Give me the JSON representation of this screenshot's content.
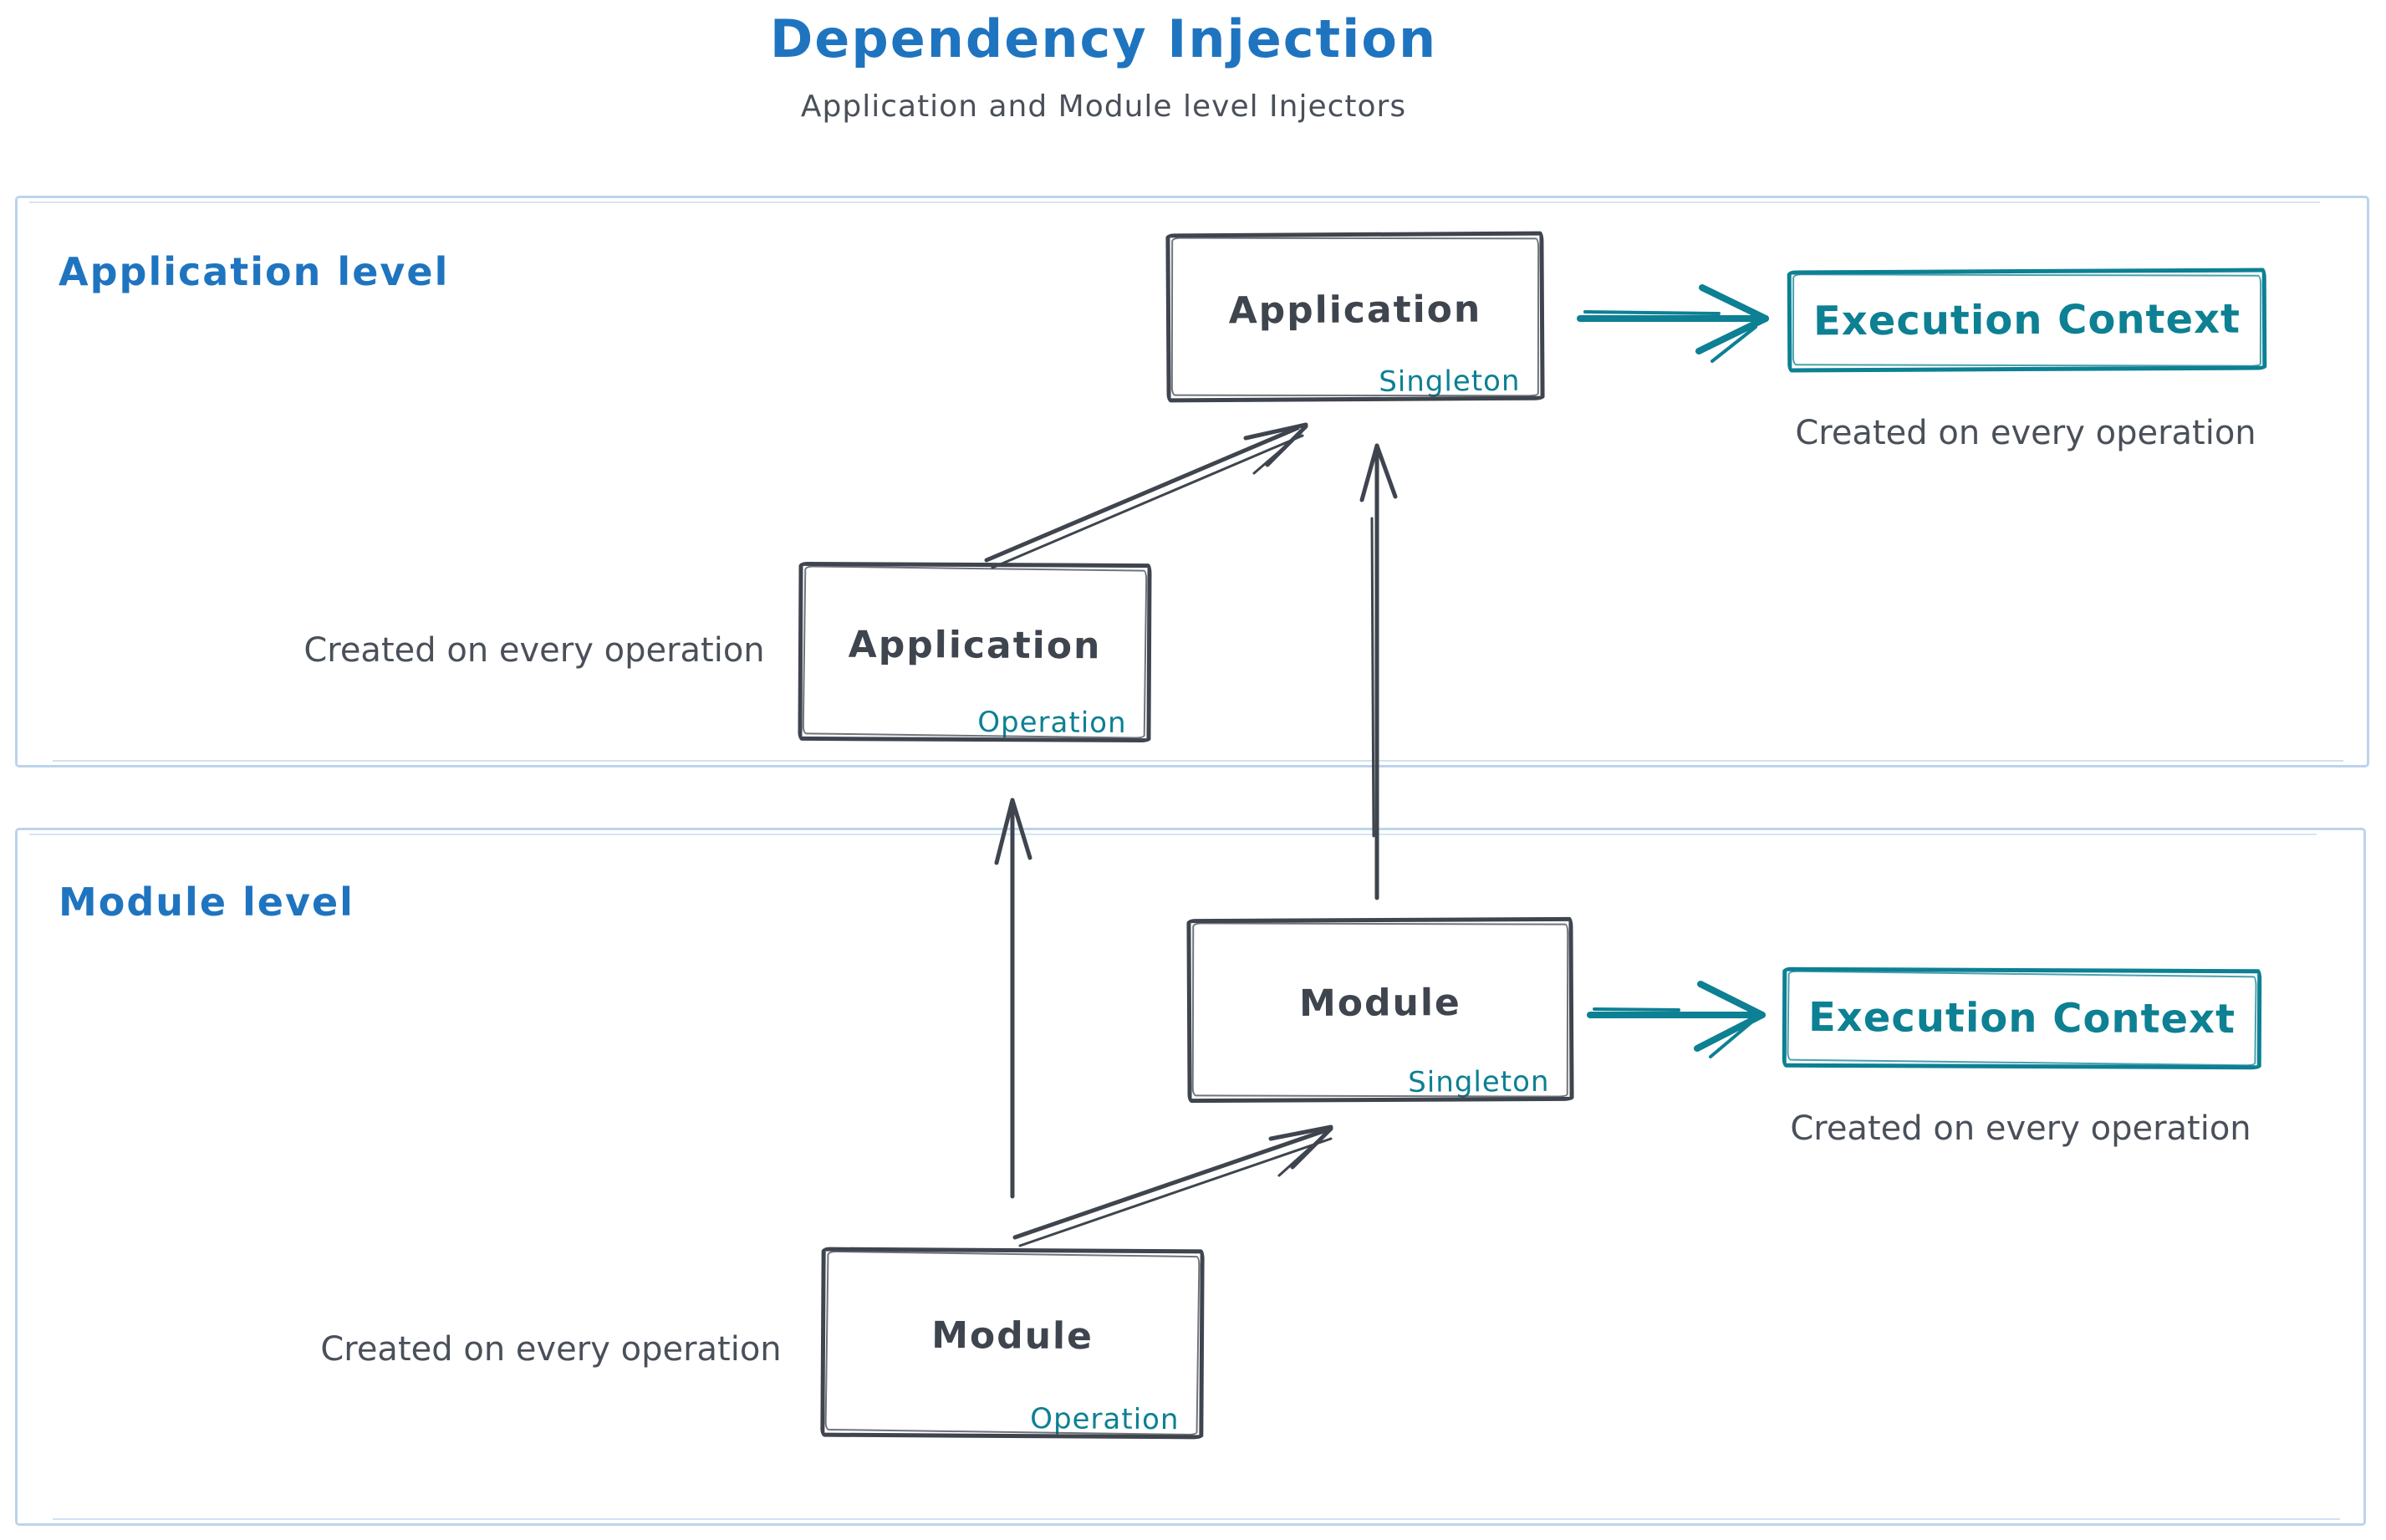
{
  "title": "Dependency Injection",
  "subtitle": "Application and Module level Injectors",
  "colors": {
    "accent_blue": "#1f74c0",
    "accent_teal": "#0d8093",
    "stroke_dark": "#3f454e",
    "section_border": "#bcd4ec"
  },
  "sections": [
    {
      "label": "Application level",
      "singleton_node": {
        "title": "Application",
        "tag": "Singleton"
      },
      "operation_node": {
        "title": "Application",
        "tag": "Operation"
      },
      "operation_caption": "Created on every operation",
      "execution_node": {
        "title": "Execution Context"
      },
      "execution_caption": "Created on every operation"
    },
    {
      "label": "Module level",
      "singleton_node": {
        "title": "Module",
        "tag": "Singleton"
      },
      "operation_node": {
        "title": "Module",
        "tag": "Operation"
      },
      "operation_caption": "Created on every operation",
      "execution_node": {
        "title": "Execution Context"
      },
      "execution_caption": "Created on every operation"
    }
  ]
}
